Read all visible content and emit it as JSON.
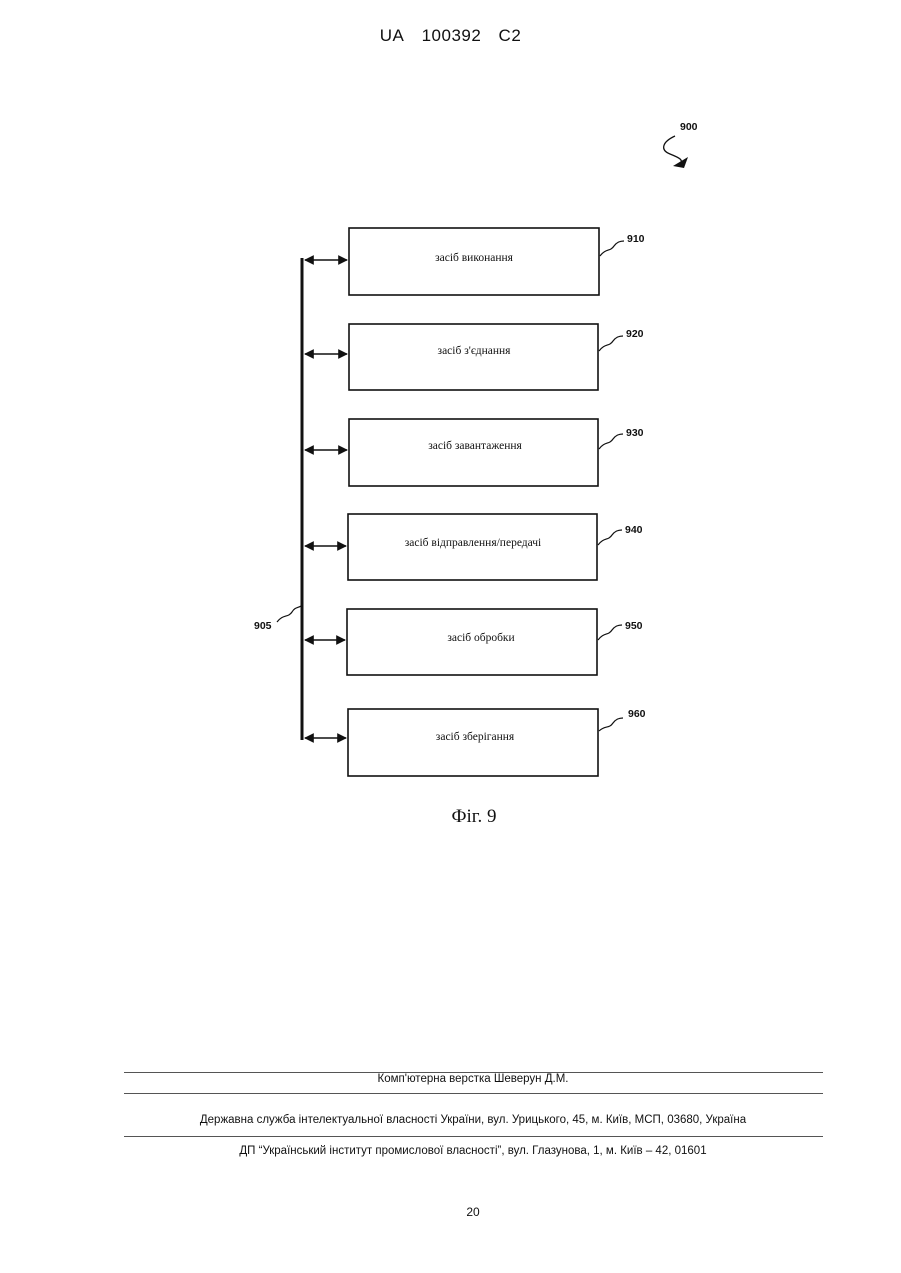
{
  "header": {
    "country": "UA",
    "number": "100392",
    "kind": "C2"
  },
  "figure": {
    "ref_main": "900",
    "ref_bus": "905",
    "caption": "Фіг. 9",
    "blocks": [
      {
        "ref": "910",
        "label": "засіб виконання"
      },
      {
        "ref": "920",
        "label": "засіб з'єднання"
      },
      {
        "ref": "930",
        "label": "засіб завантаження"
      },
      {
        "ref": "940",
        "label": "засіб відправлення/передачі"
      },
      {
        "ref": "950",
        "label": "засіб обробки"
      },
      {
        "ref": "960",
        "label": "засіб зберігання"
      }
    ]
  },
  "footer": {
    "layout_credit": "Комп'ютерна верстка Шеверун Д.М.",
    "agency": "Державна служба інтелектуальної власності України, вул. Урицького, 45, м. Київ, МСП, 03680, Україна",
    "institute": "ДП “Український інститут промислової власності”, вул. Глазунова, 1, м. Київ – 42, 01601",
    "page_number": "20"
  }
}
